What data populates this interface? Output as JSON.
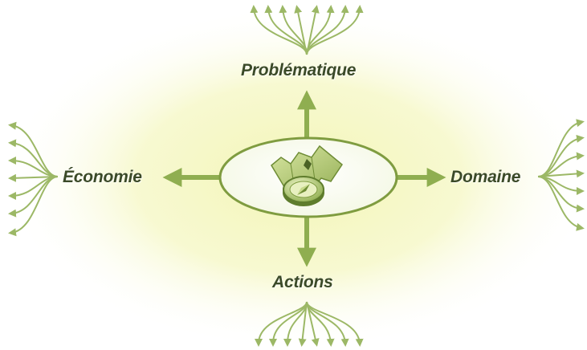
{
  "diagram": {
    "labels": {
      "top": "Problématique",
      "left": "Économie",
      "right": "Domaine",
      "bottom": "Actions"
    },
    "center_icon": "map-and-compass-icon"
  },
  "colors": {
    "arrow": "#8fae50",
    "arrow_dark": "#6e8c35",
    "glow": "#f2f4b8",
    "ellipse_border": "#7f9c40",
    "label_text": "#3b4a28"
  }
}
